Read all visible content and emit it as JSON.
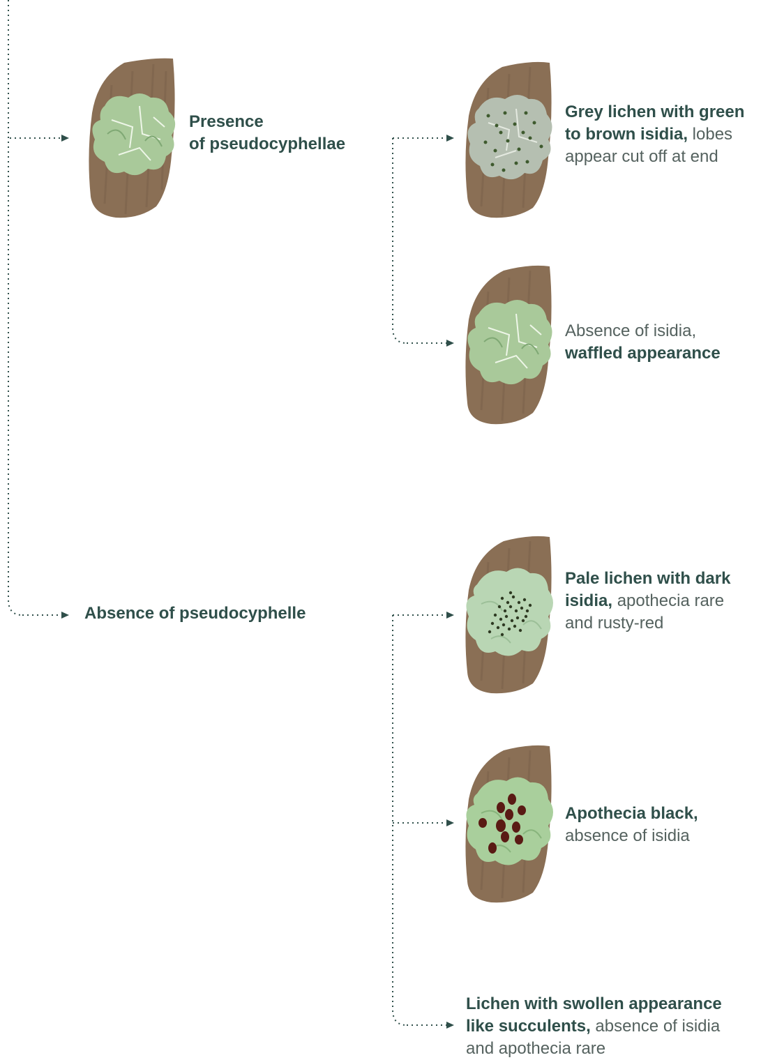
{
  "colors": {
    "text_dark": "#2f4f4a",
    "text_light": "#55625f",
    "connector": "#2f4f4a",
    "bark": "#8a6f55",
    "lichen_green": "#a9c99a",
    "lichen_grey": "#b5bfb1",
    "lichen_pale": "#b9d6b4",
    "isidia": "#3e5a2e",
    "apothecia": "#5a1a14"
  },
  "nodes": {
    "presence": {
      "line1": "Presence",
      "line2": "of pseudocyphellae",
      "icon": "lichen-waffled-illustration"
    },
    "absence": {
      "line1": "Absence of pseudocyphelle"
    },
    "grey_lichen": {
      "bold1": "Grey lichen with green",
      "bold2": "to brown isidia,",
      "normal2": " lobes",
      "normal3": "appear cut off at end",
      "icon": "lichen-grey-isidia-illustration"
    },
    "absence_isidia": {
      "normal1": "Absence of isidia,",
      "bold2": "waffled appearance",
      "icon": "lichen-waffled-illustration"
    },
    "pale_lichen": {
      "bold1": "Pale lichen with dark",
      "bold2": "isidia,",
      "normal2": " apothecia rare",
      "normal3": "and rusty-red",
      "icon": "lichen-dark-isidia-illustration"
    },
    "apothecia_black": {
      "bold1": "Apothecia black,",
      "normal2": "absence of isidia",
      "icon": "lichen-black-apothecia-illustration"
    },
    "swollen": {
      "bold1": "Lichen with swollen appearance",
      "bold2": "like succulents,",
      "normal2": " absence of isidia",
      "normal3": "and apothecia rare"
    }
  }
}
